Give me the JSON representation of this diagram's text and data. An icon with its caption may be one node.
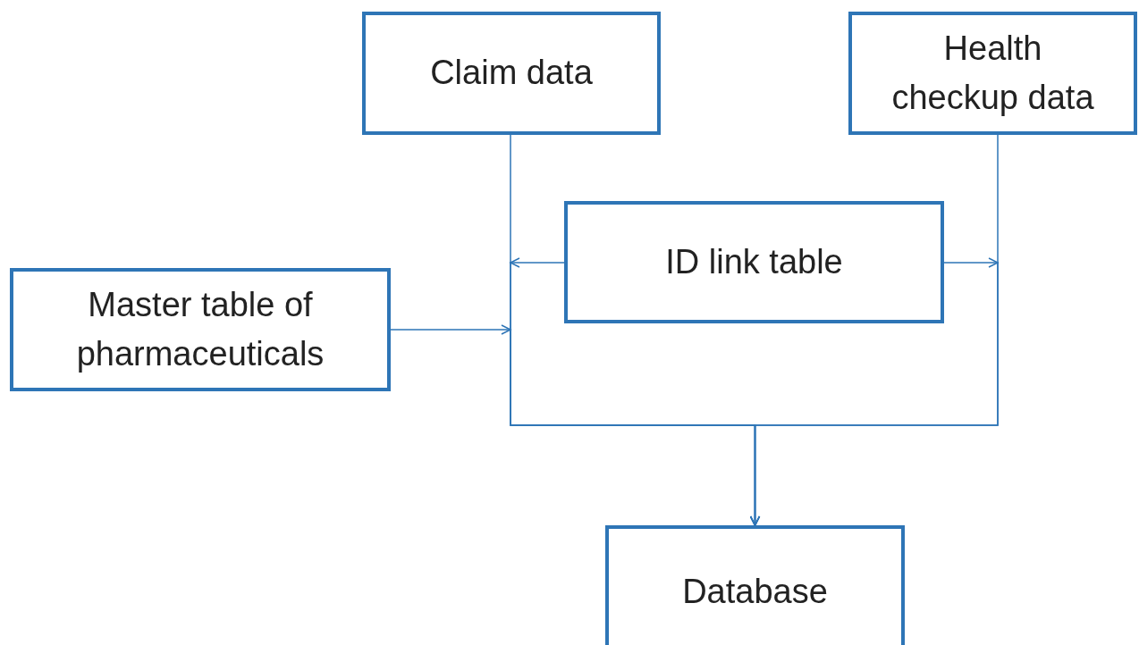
{
  "diagram": {
    "nodes": [
      {
        "text": [
          "Claim data"
        ]
      },
      {
        "text": [
          "Health checkup data"
        ]
      },
      {
        "text": [
          "ID link table"
        ]
      },
      {
        "text": [
          "Master table of pharmaceuticals"
        ]
      },
      {
        "text": [
          "Database"
        ]
      }
    ],
    "edges": [
      {
        "from": 0,
        "to": 4,
        "arrow": "to"
      },
      {
        "from": 1,
        "to": 4,
        "arrow": "to"
      },
      {
        "from": 2,
        "to": 4,
        "arrow": "to"
      },
      {
        "from": 3,
        "to": 4,
        "arrow": "to"
      },
      {
        "from": 2,
        "to": 4,
        "arrow": "to"
      }
    ]
  }
}
